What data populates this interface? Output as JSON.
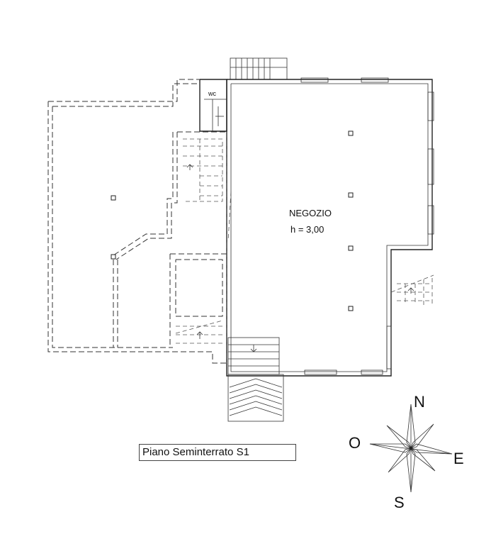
{
  "title": "Piano Seminterrato S1",
  "rooms": {
    "main_name": "NEGOZIO",
    "main_height": "h = 3,00",
    "wc": "wc"
  },
  "compass": {
    "north": "N",
    "east": "E",
    "south": "S",
    "west": "O"
  }
}
